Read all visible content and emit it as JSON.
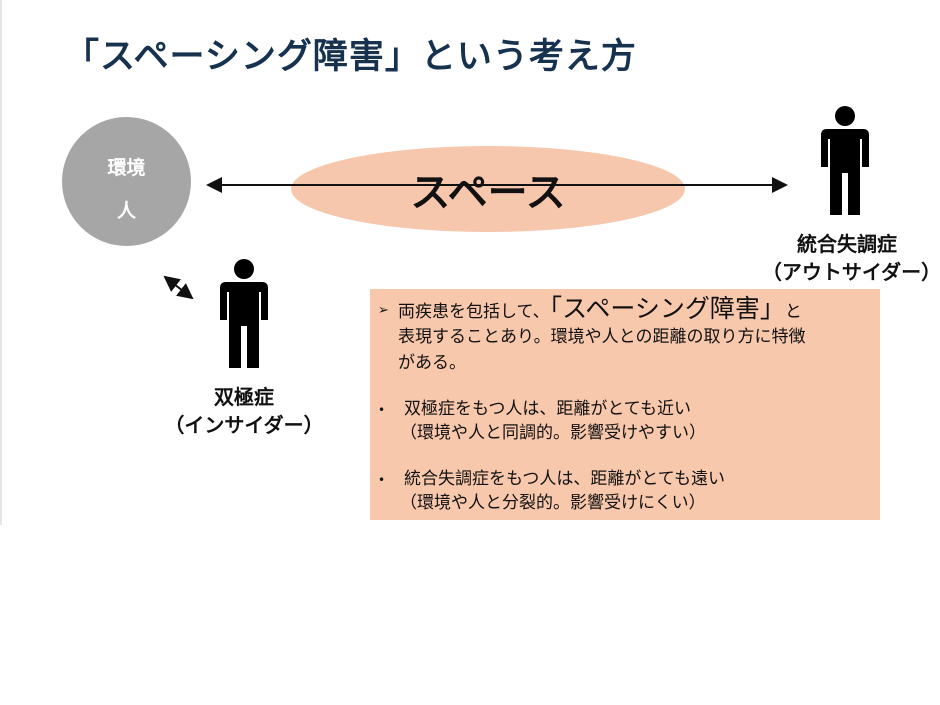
{
  "title": "「スペーシング障害」という考え方",
  "circle": {
    "line1": "環境",
    "line2": "人"
  },
  "space_label": "スペース",
  "outsider": {
    "name": "統合失調症",
    "role": "（アウトサイダー）"
  },
  "insider": {
    "name": "双極症",
    "role": "（インサイダー）"
  },
  "box": {
    "arrow_bullet": "➢",
    "intro_pre": "両疾患を包括して、",
    "intro_emph": "「スペーシング障害」",
    "intro_post": "と",
    "intro_line2": "表現することあり。環境や人との距離の取り方に特徴",
    "intro_line3": "がある。",
    "dot_bullet": "•",
    "bipolar_line1": "双極症をもつ人は、距離がとても近い",
    "bipolar_line2": "（環境や人と同調的。影響受けやすい）",
    "schizo_line1": "統合失調症をもつ人は、距離がとても遠い",
    "schizo_line2": "（環境や人と分裂的。影響受けにくい）"
  },
  "colors": {
    "title": "#16324f",
    "ellipse": "#f6c6ad",
    "box": "#f8c8ad",
    "circle": "#a6a6a6"
  }
}
